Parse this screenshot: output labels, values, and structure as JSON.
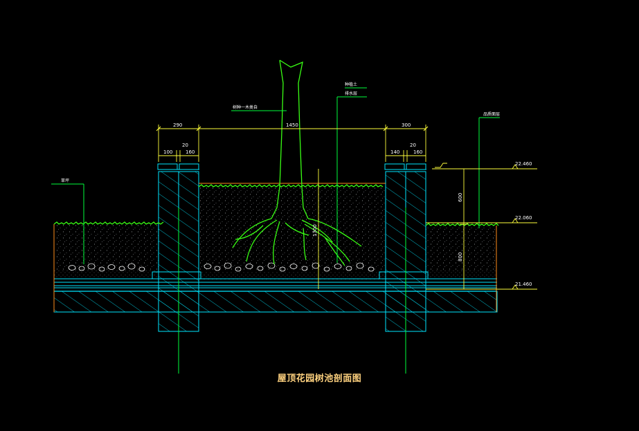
{
  "title": "屋顶花园树池剖面图",
  "dimensions": {
    "left_total": "290",
    "span": "1450",
    "right_total": "300",
    "left_a": "100",
    "left_gap": "20",
    "left_b": "160",
    "right_a": "140",
    "right_gap": "20",
    "right_b": "160",
    "height_top": "600",
    "height_mid": "800",
    "height_inner": "1300"
  },
  "elevations": {
    "top": "22.460",
    "middle": "22.060",
    "bottom": "21.460"
  },
  "labels": {
    "tree_note": "树种一木类自",
    "soil_top": "种植土",
    "soil_mid": "排水层",
    "right_note": "品质面层",
    "left_note": "草坪"
  },
  "colors": {
    "background": "#000000",
    "structure": "#00e6ff",
    "leader": "#00ff3c",
    "dimension": "#ffff3c",
    "grass": "#39ff14",
    "elevation_line": "#ff8c1a",
    "title": "#ffd27f"
  }
}
